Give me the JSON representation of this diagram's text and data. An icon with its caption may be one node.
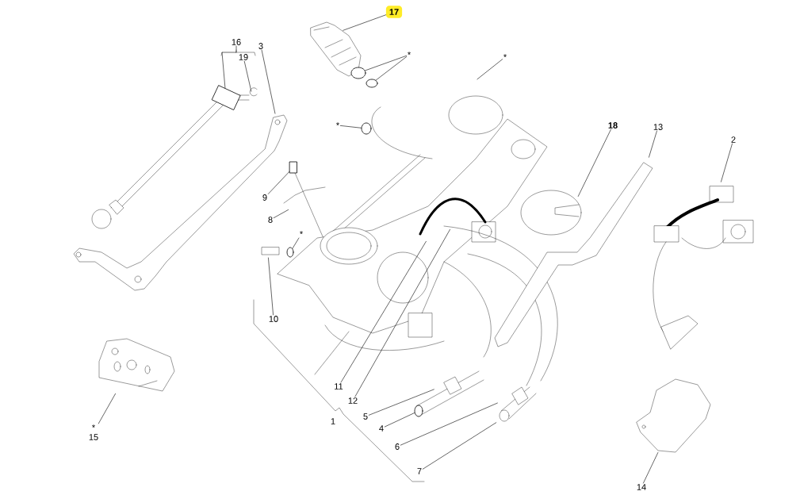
{
  "diagram": {
    "nodes": [
      {
        "text": [
          "17"
        ]
      },
      {
        "text": [
          "*"
        ]
      },
      {
        "text": [
          "16"
        ]
      },
      {
        "text": [
          "19"
        ]
      },
      {
        "text": [
          "3"
        ]
      },
      {
        "text": [
          "*"
        ]
      },
      {
        "text": [
          "*"
        ]
      },
      {
        "text": [
          "9"
        ]
      },
      {
        "text": [
          "8"
        ]
      },
      {
        "text": [
          "*"
        ]
      },
      {
        "text": [
          "10"
        ]
      },
      {
        "text": [
          "11"
        ]
      },
      {
        "text": [
          "12"
        ]
      },
      {
        "text": [
          "5"
        ]
      },
      {
        "text": [
          "4"
        ]
      },
      {
        "text": [
          "6"
        ]
      },
      {
        "text": [
          "7"
        ]
      },
      {
        "text": [
          "18"
        ]
      },
      {
        "text": [
          "13"
        ]
      },
      {
        "text": [
          "2"
        ]
      },
      {
        "text": [
          "14"
        ]
      },
      {
        "text": [
          "*",
          "15"
        ]
      },
      {
        "text": [],
        "shape": "circle"
      },
      {
        "text": [],
        "shape": "circle"
      },
      {
        "text": [],
        "shape": "circle"
      },
      {
        "text": [],
        "shape": "box"
      },
      {
        "text": [],
        "shape": "circle"
      },
      {
        "text": [],
        "shape": "circle"
      },
      {
        "text": [],
        "shape": "box"
      }
    ],
    "edges": [
      {
        "from": 0,
        "to": null,
        "arrow": "none"
      },
      {
        "from": 1,
        "to": 22,
        "arrow": "none"
      },
      {
        "from": 1,
        "to": 23,
        "arrow": "none"
      },
      {
        "from": 2,
        "to": 28,
        "arrow": "none"
      },
      {
        "from": 3,
        "to": null,
        "arrow": "none"
      },
      {
        "from": 4,
        "to": null,
        "arrow": "none"
      },
      {
        "from": 5,
        "to": 24,
        "arrow": "none"
      },
      {
        "from": 6,
        "to": null,
        "arrow": "none"
      },
      {
        "from": 7,
        "to": 25,
        "arrow": "none"
      },
      {
        "from": 8,
        "to": null,
        "arrow": "none"
      },
      {
        "from": 9,
        "to": 26,
        "arrow": "none"
      },
      {
        "from": 10,
        "to": null,
        "arrow": "none"
      },
      {
        "from": 11,
        "to": null,
        "arrow": "none"
      },
      {
        "from": 12,
        "to": null,
        "arrow": "none"
      },
      {
        "from": 13,
        "to": null,
        "arrow": "none"
      },
      {
        "from": 14,
        "to": 27,
        "arrow": "none"
      },
      {
        "from": 15,
        "to": null,
        "arrow": "none"
      },
      {
        "from": 16,
        "to": null,
        "arrow": "none"
      },
      {
        "from": 17,
        "to": null,
        "arrow": "none"
      },
      {
        "from": 18,
        "to": null,
        "arrow": "none"
      },
      {
        "from": 19,
        "to": null,
        "arrow": "none"
      },
      {
        "from": 20,
        "to": null,
        "arrow": "none"
      },
      {
        "from": 21,
        "to": null,
        "arrow": "none"
      }
    ],
    "labels": [
      "1"
    ]
  }
}
